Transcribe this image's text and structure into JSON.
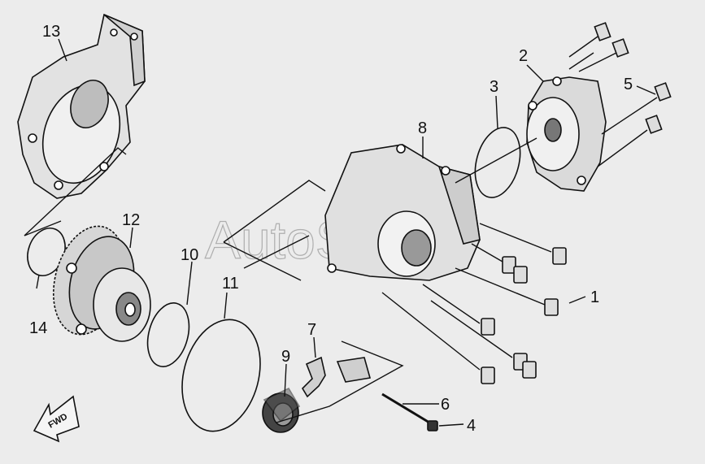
{
  "watermark": "AutoSoft",
  "callouts": [
    "1",
    "2",
    "3",
    "4",
    "5",
    "6",
    "7",
    "8",
    "9",
    "10",
    "11",
    "12",
    "13",
    "14"
  ],
  "direction_badge": "FWD",
  "colors": {
    "background": "#ececec",
    "line": "#111111",
    "part_fill": "#dcdcdc",
    "part_dark": "#555555"
  }
}
